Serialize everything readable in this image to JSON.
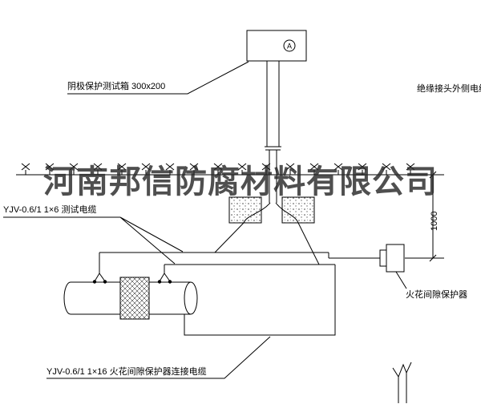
{
  "watermark": {
    "text": "河南邦信防腐材料有限公司"
  },
  "annotations": {
    "test_box_label": "阴极保护测试箱 300x200",
    "insulated_joint_cable_label": "绝缘接头外侧电缆",
    "test_cable_label": "YJV-0.6/1 1×6  测试电缆",
    "spark_gap_protector_label": "火花间隙保护器",
    "protector_cable_label": "YJV-0.6/1 1×16  火花间隙保护器连接电缆"
  },
  "dimensions": {
    "depth": "1000"
  },
  "meter": {
    "letter": "A"
  },
  "colors": {
    "line": "#000000",
    "watermark_color": "#282828"
  }
}
